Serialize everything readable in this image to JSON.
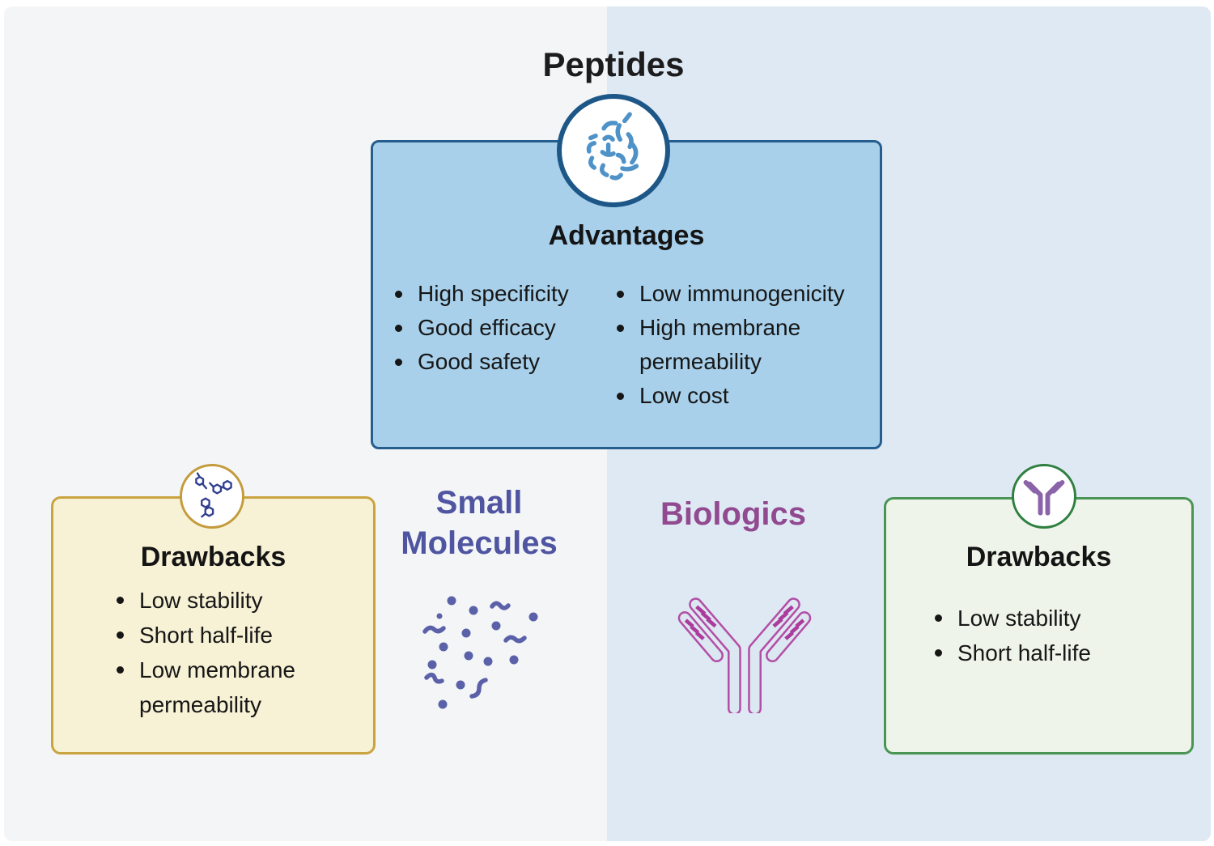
{
  "peptides": {
    "title": "Peptides",
    "advantages": {
      "title": "Advantages",
      "items_left": [
        "High specificity",
        "Good efficacy",
        "Good safety"
      ],
      "items_right": [
        "Low immunogenicity",
        "High membrane permeability",
        "Low cost"
      ]
    }
  },
  "small_molecules": {
    "label": "Small Molecules",
    "drawbacks": {
      "title": "Drawbacks",
      "items": [
        "Low stability",
        "Short half-life",
        "Low membrane permeability"
      ]
    }
  },
  "biologics": {
    "label": "Biologics",
    "drawbacks": {
      "title": "Drawbacks",
      "items": [
        "Low stability",
        "Short half-life"
      ]
    }
  },
  "icons": {
    "peptide": "peptide-structure-icon",
    "small_molecule": "molecule-structure-icon",
    "antibody_small": "antibody-icon",
    "antibody_large": "antibody-illustration",
    "molecule_scatter": "small-molecules-illustration"
  },
  "colors": {
    "background_left": "#f4f5f7",
    "background_right": "#dfe9f4",
    "advantages_fill": "#a8d0eb",
    "advantages_border": "#255e8e",
    "peptide_circle_border": "#1d5787",
    "peptide_stroke": "#4e92c8",
    "small_molecule_box_fill": "#f7f2d5",
    "small_molecule_box_border": "#c9a440",
    "biologic_box_fill": "#eef4e9",
    "biologic_box_border": "#4a9553",
    "small_molecules_accent": "#4f55a0",
    "biologics_accent": "#91498f",
    "antibody_outline": "#b34fa5",
    "antibody_fill": "#dbe7f1",
    "antibody_stripes": "#ad3a9d",
    "mini_antibody_purple": "#8a63a8",
    "molecule_navy": "#303f90",
    "text": "#161616"
  }
}
